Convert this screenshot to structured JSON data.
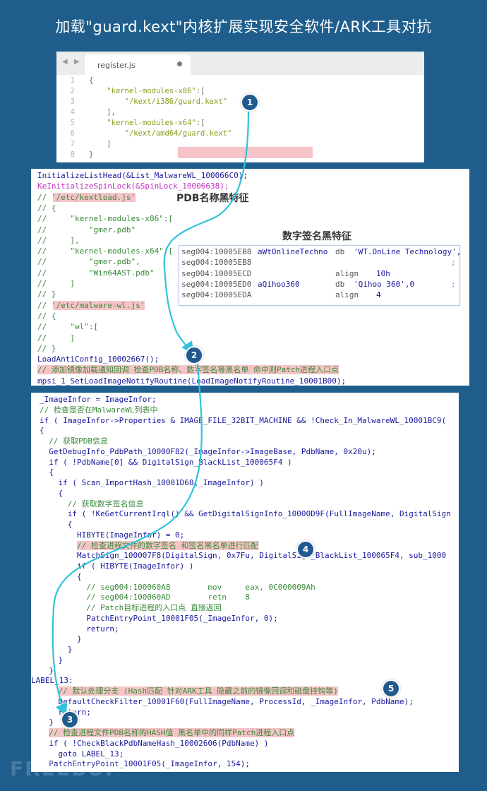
{
  "title": "加载\"guard.kext\"内核扩展实现安全软件/ARK工具对抗",
  "editor": {
    "nav": "◀ ▶",
    "tab_name": "register.js",
    "lines": [
      {
        "n": "1",
        "text": "{"
      },
      {
        "n": "2",
        "key": "\"kernel-modules-x86\"",
        "rest": ":["
      },
      {
        "n": "3",
        "text": "\"/kext/i386/guard.kext\"",
        "indent": "        "
      },
      {
        "n": "4",
        "text": "],",
        "indent": "    "
      },
      {
        "n": "5",
        "key": "\"kernel-modules-x64\"",
        "rest": ":["
      },
      {
        "n": "6",
        "text": "\"/kext/amd64/guard.kext\"",
        "indent": "        "
      },
      {
        "n": "7",
        "text": "]",
        "indent": "    "
      },
      {
        "n": "8",
        "text": "}"
      }
    ]
  },
  "panel2": {
    "heading_pdb": "PDB名称黑特征",
    "heading_sig": "数字签名黑特征",
    "lines": [
      {
        "t": "InitializeListHead(&List_MalwareWL_100066C0);"
      },
      {
        "t": "KeInitializeSpinLock(&SpinLock_10006638);",
        "style": "mg_fn"
      },
      {
        "t": "// '/etc/kextload.js'",
        "style": "cm_hl_path"
      },
      {
        "t": "// {",
        "style": "cm"
      },
      {
        "t": "//     \"kernel-modules-x86\":[",
        "style": "cm"
      },
      {
        "t": "//         \"gmer.pdb\"",
        "style": "cm"
      },
      {
        "t": "//     ],",
        "style": "cm"
      },
      {
        "t": "//     \"kernel-modules-x64\":[",
        "style": "cm"
      },
      {
        "t": "//         \"gmer.pdb\",",
        "style": "cm"
      },
      {
        "t": "//         \"Win64AST.pdb\"",
        "style": "cm"
      },
      {
        "t": "//     ]",
        "style": "cm"
      },
      {
        "t": "// }",
        "style": "cm"
      },
      {
        "t": "// '/etc/malware-wl.js'",
        "style": "cm_hl_path"
      },
      {
        "t": "// {",
        "style": "cm"
      },
      {
        "t": "//     \"wl\":[",
        "style": "cm"
      },
      {
        "t": "//     ]",
        "style": "cm"
      },
      {
        "t": "// }",
        "style": "cm"
      },
      {
        "t": "LoadAntiConfig_10002667();"
      },
      {
        "t": "// 添加镜像加载通知回调 检查PDB名称、数字签名等黑名单 命中则Patch进程入口点",
        "style": "cm_hl_full"
      },
      {
        "t": "mpsi_1_SetLoadImageNotifyRoutine(LoadImageNotifyRoutine_10001B00);"
      }
    ],
    "sig_lines": [
      {
        "addr": "seg004:10005EB8",
        "label": "aWtOnlineTechno",
        "op": "db",
        "val": "'WT.OnLine Technology',"
      },
      {
        "addr": "seg004:10005EB8",
        "label": "",
        "op": "",
        "val": "",
        "cm": ";"
      },
      {
        "addr": "seg004:10005ECD",
        "label": "",
        "op": "align",
        "val": "10h"
      },
      {
        "addr": "seg004:10005ED0",
        "label": "aQihoo360",
        "op": "db",
        "val": "'Qihoo 360',0",
        "cm": ";"
      },
      {
        "addr": "seg004:10005EDA",
        "label": "",
        "op": "align",
        "val": "4"
      }
    ]
  },
  "panel3": {
    "lines": [
      {
        "i": "",
        "t": "_ImageInfor = ImageInfor;",
        "x": 12
      },
      {
        "i": "",
        "t": "// 检查是否在MalwareWL列表中",
        "style": "cm",
        "x": 12
      },
      {
        "i": "",
        "t": "if ( ImageInfor->Properties & IMAGE_FILE_32BIT_MACHINE && !Check_In_MalwareWL_10001BC9(",
        "x": 12
      },
      {
        "i": "",
        "t": "{",
        "x": 12
      },
      {
        "i": "  ",
        "t": "// 获取PDB信息",
        "style": "cm",
        "x": 12
      },
      {
        "i": "  ",
        "t": "GetDebugInfo_PdbPath_10000F82(_ImageInfor->ImageBase, PdbName, 0x20u);",
        "x": 12
      },
      {
        "i": "  ",
        "t": "if ( !PdbName[0] && DigitalSign_BlackList_100065F4 )",
        "x": 12
      },
      {
        "i": "  ",
        "t": "{",
        "x": 12
      },
      {
        "i": "    ",
        "t": "if ( Scan_ImportHash_10001D68(_ImageInfor) )",
        "x": 12
      },
      {
        "i": "    ",
        "t": "{",
        "x": 12
      },
      {
        "i": "      ",
        "t": "// 获取数字签名信息",
        "style": "cm",
        "x": 12
      },
      {
        "i": "      ",
        "t": "if ( !KeGetCurrentIrql() && GetDigitalSignInfo_10000D9F(FullImageName, DigitalSign",
        "x": 12
      },
      {
        "i": "      ",
        "t": "{",
        "x": 12
      },
      {
        "i": "        ",
        "t": "HIBYTE(ImageInfor) = 0;",
        "x": 12
      },
      {
        "i": "        ",
        "t": "// 检查进程文件的数字签名 和签名黑名单进行匹配",
        "style": "cm_hl",
        "x": 12
      },
      {
        "i": "        ",
        "t": "MatchSign_100007F8(DigitalSign, 0x7Fu, DigitalSign_BlackList_100065F4, sub_1000",
        "x": 12
      },
      {
        "i": "        ",
        "t": "if ( HIBYTE(ImageInfor) )",
        "x": 12
      },
      {
        "i": "        ",
        "t": "{",
        "x": 12
      },
      {
        "i": "          ",
        "t": "// seg004:100060A8        mov     eax, 0C000009Ah",
        "style": "cm",
        "x": 12
      },
      {
        "i": "          ",
        "t": "// seg004:100060AD        retn    8",
        "style": "cm",
        "x": 12
      },
      {
        "i": "          ",
        "t": "// Patch目标进程的入口点 直接返回",
        "style": "cm",
        "x": 12
      },
      {
        "i": "          ",
        "t": "PatchEntryPoint_10001F05(_ImageInfor, 0);",
        "x": 12
      },
      {
        "i": "          ",
        "t": "return;",
        "x": 12
      },
      {
        "i": "        ",
        "t": "}",
        "x": 12
      },
      {
        "i": "      ",
        "t": "}",
        "x": 12
      },
      {
        "i": "    ",
        "t": "}",
        "x": 12
      },
      {
        "i": "  ",
        "t": "}",
        "x": 12
      },
      {
        "i": "",
        "t": "LABEL_13:",
        "x": 0
      },
      {
        "i": "    ",
        "t": "// 默认处理分支 (Hash匹配 针对ARK工具 隐藏之前的镜像回调和磁盘挂钩等)",
        "style": "cm_hl",
        "x": 12
      },
      {
        "i": "    ",
        "t": "DefaultCheckFilter_10001F60(FullImageName, ProcessId, _ImageInfor, PdbName);",
        "x": 12
      },
      {
        "i": "    ",
        "t": "return;",
        "x": 12
      },
      {
        "i": "  ",
        "t": "}",
        "x": 12
      },
      {
        "i": "  ",
        "t": "// 检查进程文件PDB名称的HASH值 黑名单中的同样Patch进程入口点",
        "style": "cm_hl",
        "x": 12
      },
      {
        "i": "  ",
        "t": "if ( !CheckBlackPdbNameHash_10002606(PdbName) )",
        "x": 12
      },
      {
        "i": "    ",
        "t": "goto LABEL_13;",
        "x": 12
      },
      {
        "i": "  ",
        "t": "PatchEntryPoint_10001F05(_ImageInfor, 154);",
        "x": 12
      }
    ]
  },
  "markers": [
    "1",
    "2",
    "3",
    "4",
    "5"
  ],
  "watermark": "FREEBUF",
  "colors": {
    "background": "#1f5e8c",
    "highlight": "#f6c4c8",
    "arrow": "#2ec4d9",
    "marker": "#205a8e"
  }
}
